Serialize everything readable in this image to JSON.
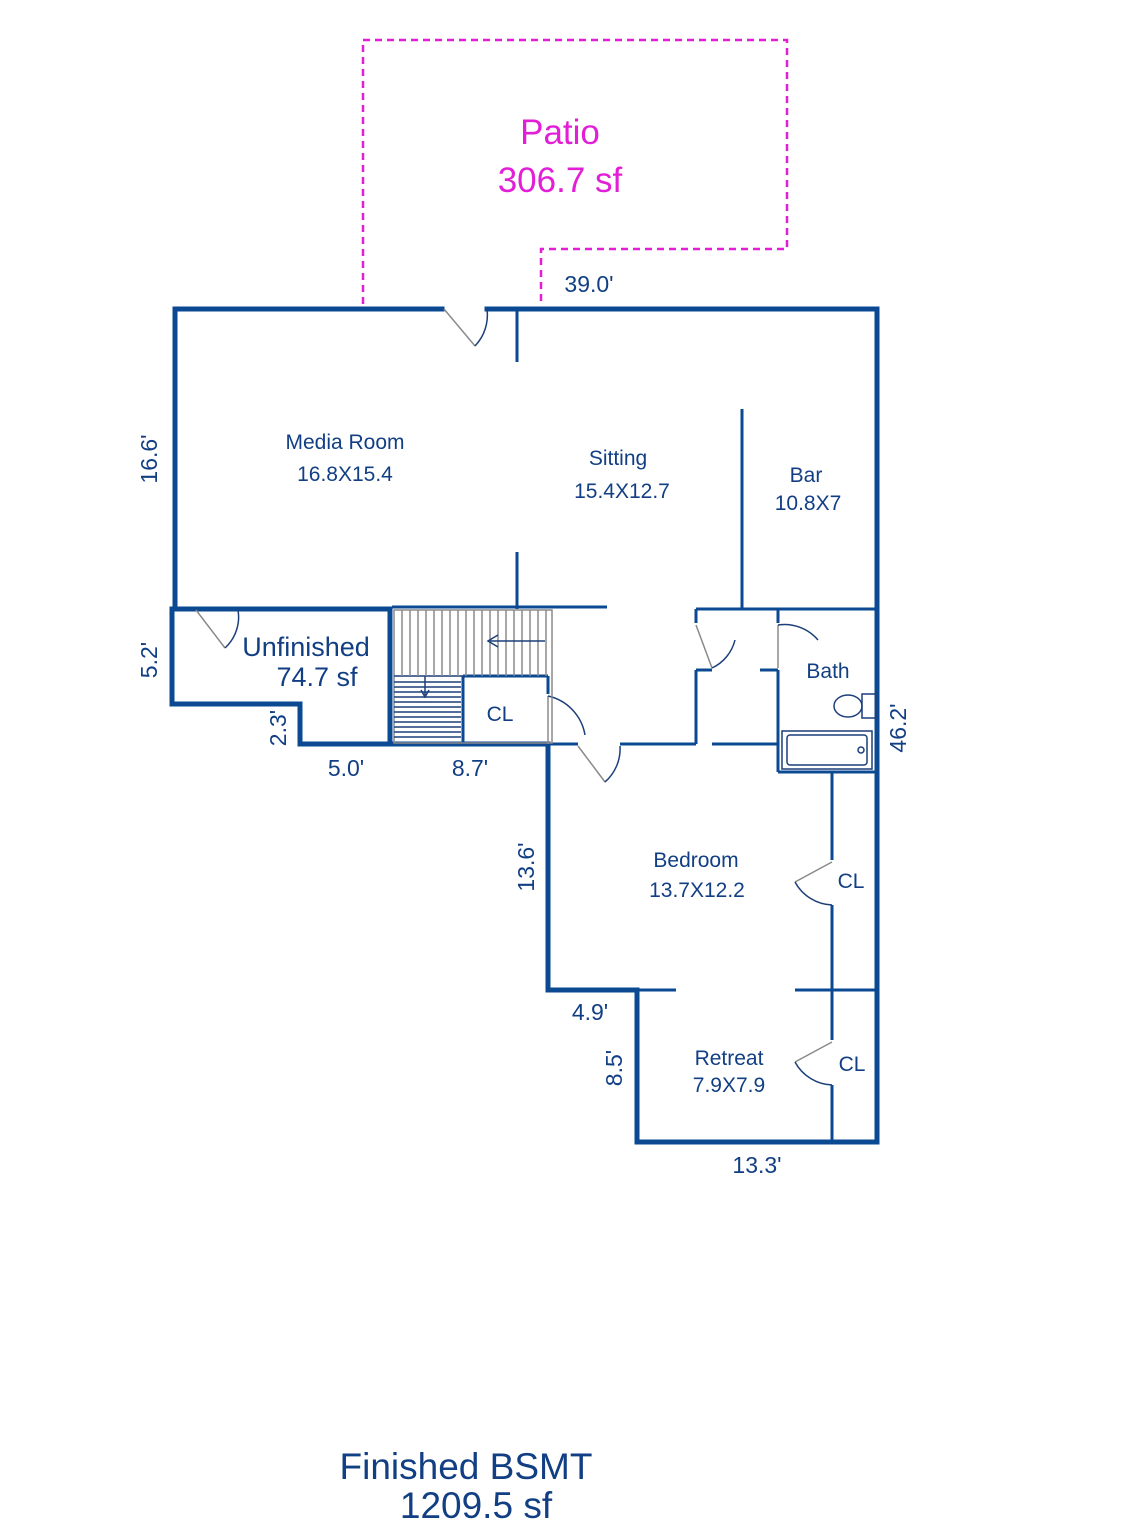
{
  "patio": {
    "name": "Patio",
    "area": "306.7 sf"
  },
  "rooms": {
    "media": {
      "name": "Media Room",
      "size": "16.8X15.4"
    },
    "sitting": {
      "name": "Sitting",
      "size": "15.4X12.7"
    },
    "bar": {
      "name": "Bar",
      "size": "10.8X7"
    },
    "unfinished": {
      "name": "Unfinished",
      "area": "74.7 sf"
    },
    "bath": {
      "name": "Bath"
    },
    "closet_stair": {
      "name": "CL"
    },
    "bedroom": {
      "name": "Bedroom",
      "size": "13.7X12.2"
    },
    "closet_bedroom": {
      "name": "CL"
    },
    "retreat": {
      "name": "Retreat",
      "size": "7.9X7.9"
    },
    "closet_retreat": {
      "name": "CL"
    }
  },
  "dimensions": {
    "top": "39.0'",
    "left_upper": "16.6'",
    "left_unfinished": "5.2'",
    "step_vertical": "2.3'",
    "step_horizontal": "5.0'",
    "stair_bottom": "8.7'",
    "right": "46.2'",
    "bedroom_left": "13.6'",
    "retreat_step": "4.9'",
    "retreat_left": "8.5'",
    "bottom": "13.3'"
  },
  "footer": {
    "title": "Finished BSMT",
    "area": "1209.5 sf"
  }
}
